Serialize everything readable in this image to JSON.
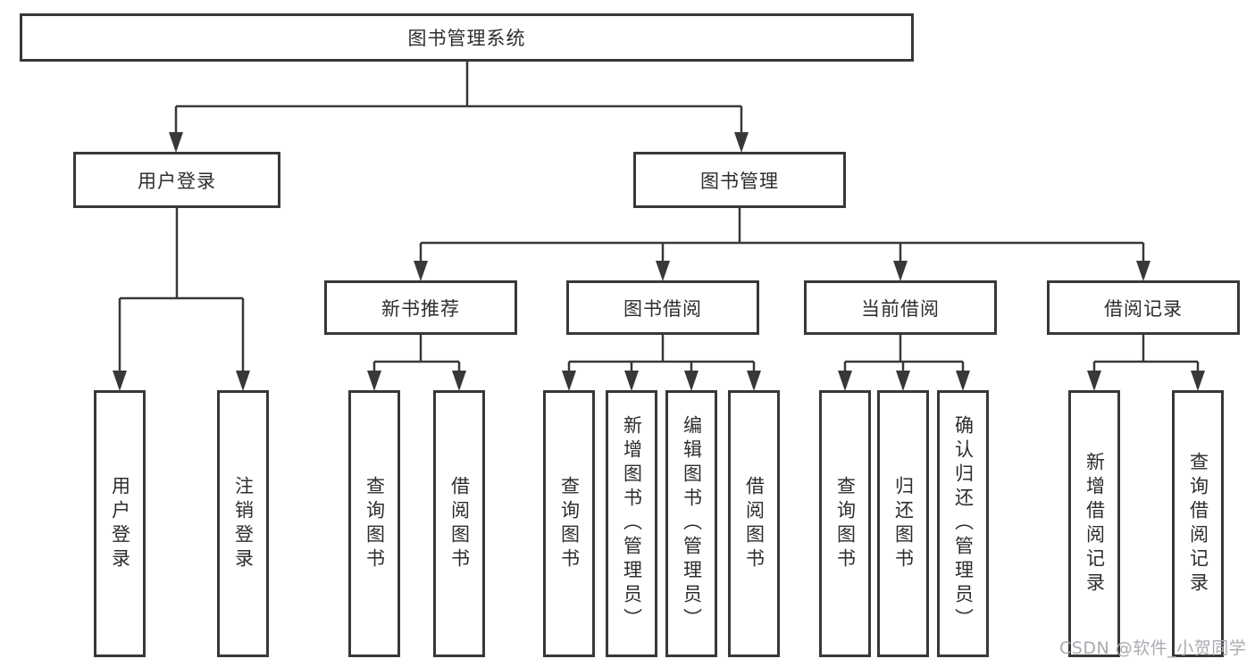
{
  "diagram_title": "图书管理系统",
  "tree": {
    "root": "图书管理系统",
    "branches": [
      {
        "label": "用户登录",
        "leaves": [
          "用户登录",
          "注销登录"
        ]
      },
      {
        "label": "图书管理",
        "groups": [
          {
            "label": "新书推荐",
            "leaves": [
              "查询图书",
              "借阅图书"
            ]
          },
          {
            "label": "图书借阅",
            "leaves": [
              "查询图书",
              "新增图书（管理员）",
              "编辑图书（管理员）",
              "借阅图书"
            ]
          },
          {
            "label": "当前借阅",
            "leaves": [
              "查询图书",
              "归还图书",
              "确认归还（管理员）"
            ]
          },
          {
            "label": "借阅记录",
            "leaves": [
              "新增借阅记录",
              "查询借阅记录"
            ]
          }
        ]
      }
    ]
  },
  "watermark": "CSDN @软件_小贺同学",
  "colors": {
    "line": "#383838",
    "text": "#2d2d2d",
    "watermark": "#aaaab2",
    "background": "#ffffff"
  }
}
